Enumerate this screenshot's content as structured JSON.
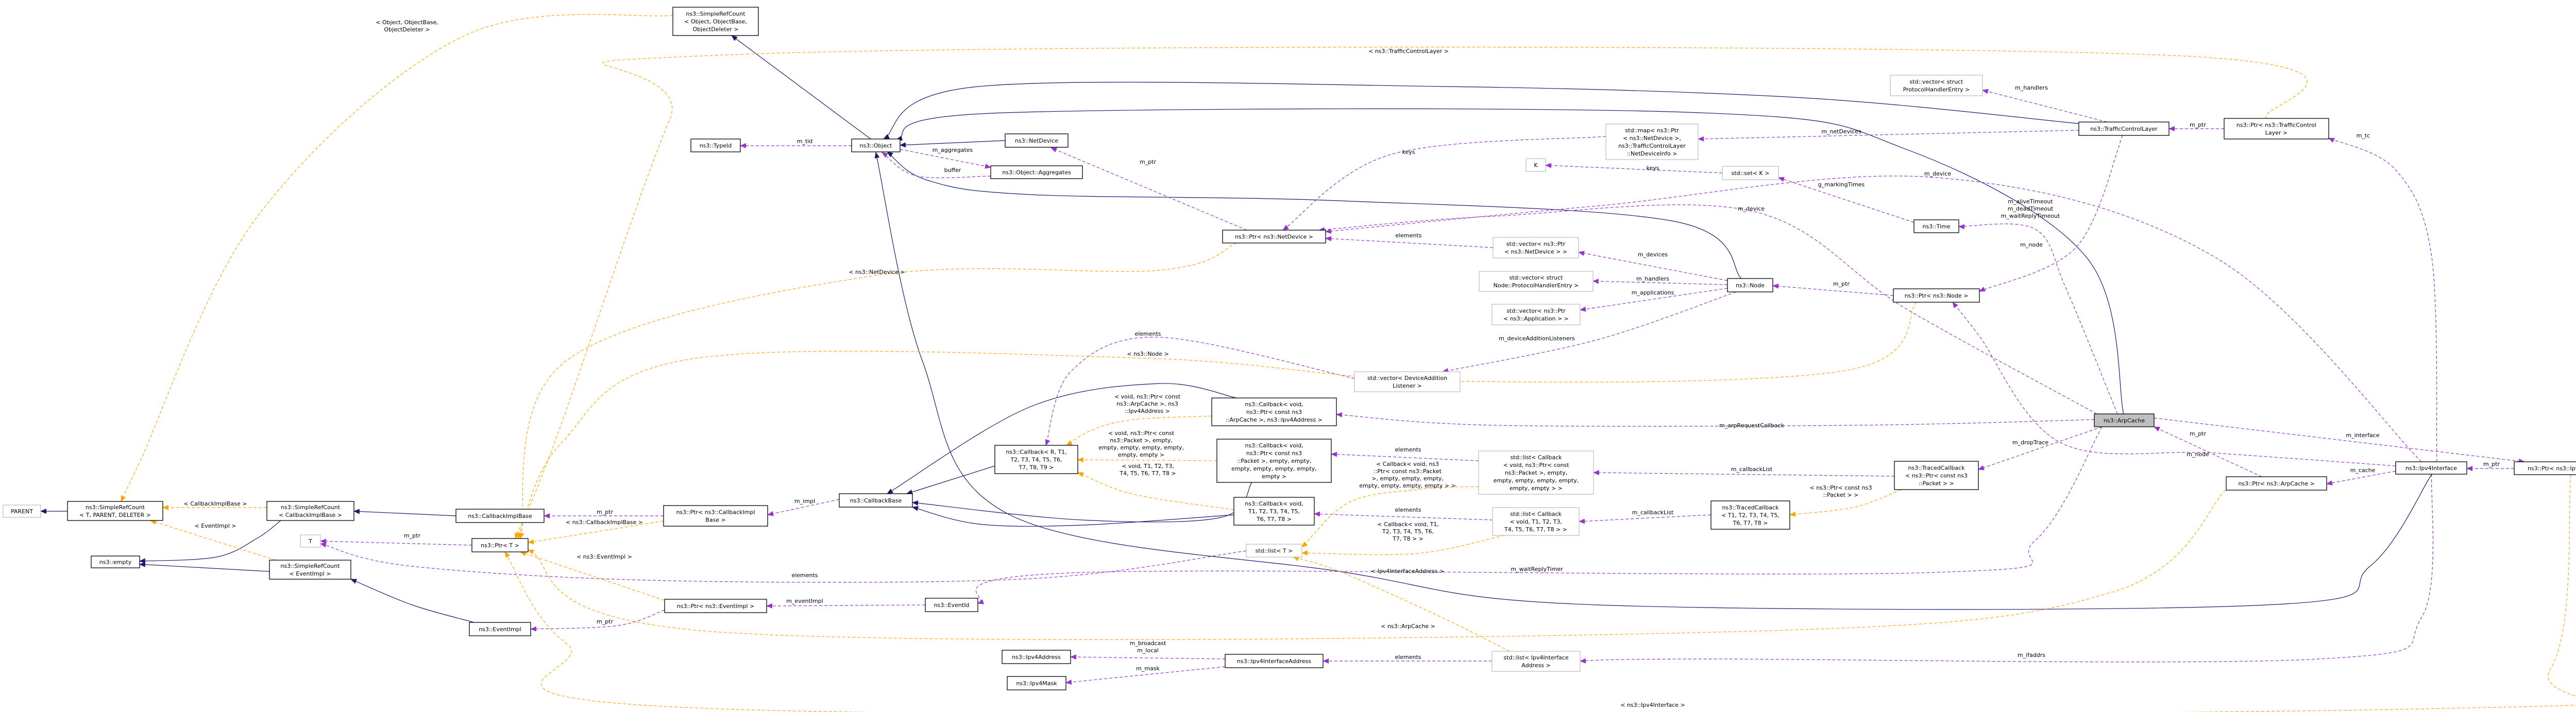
{
  "title": "ns3::ArpCache collaboration diagram",
  "colors": {
    "inherit": "#191970",
    "usage": "#9a32cd",
    "template": "#ffa500",
    "focus_fill": "#bfbfbf",
    "undoc_border": "#bfbfbf"
  },
  "nodes": [
    {
      "id": "parent",
      "style": "undoc",
      "lines": [
        "PARENT"
      ]
    },
    {
      "id": "srcTPD",
      "style": "doc",
      "lines": [
        "ns3::SimpleRefCount",
        "< T, PARENT, DELETER >"
      ]
    },
    {
      "id": "srcCIB",
      "style": "doc",
      "lines": [
        "ns3::SimpleRefCount",
        "< CallbackImplBase >"
      ]
    },
    {
      "id": "empty",
      "style": "doc",
      "lines": [
        "ns3::empty"
      ]
    },
    {
      "id": "T",
      "style": "undoc",
      "lines": [
        "T"
      ]
    },
    {
      "id": "srcEI",
      "style": "doc",
      "lines": [
        "ns3::SimpleRefCount",
        "< EventImpl >"
      ]
    },
    {
      "id": "srcObj",
      "style": "doc",
      "lines": [
        "ns3::SimpleRefCount",
        "< Object, ObjectBase,",
        "ObjectDeleter >"
      ]
    },
    {
      "id": "cib",
      "style": "doc",
      "lines": [
        "ns3::CallbackImplBase"
      ]
    },
    {
      "id": "ptrT",
      "style": "doc",
      "lines": [
        "ns3::Ptr< T >"
      ]
    },
    {
      "id": "eventImpl",
      "style": "doc",
      "lines": [
        "ns3::EventImpl"
      ]
    },
    {
      "id": "ptrCIB",
      "style": "doc",
      "lines": [
        "ns3::Ptr< ns3::CallbackImpl",
        "Base >"
      ]
    },
    {
      "id": "ptrEI",
      "style": "doc",
      "lines": [
        "ns3::Ptr< ns3::EventImpl >"
      ]
    },
    {
      "id": "typeid",
      "style": "doc",
      "lines": [
        "ns3::TypeId"
      ]
    },
    {
      "id": "object",
      "style": "doc",
      "lines": [
        "ns3::Object"
      ]
    },
    {
      "id": "netdevice",
      "style": "doc",
      "lines": [
        "ns3::NetDevice"
      ]
    },
    {
      "id": "aggregates",
      "style": "doc",
      "lines": [
        "ns3::Object::Aggregates"
      ]
    },
    {
      "id": "callbackBase",
      "style": "doc",
      "lines": [
        "ns3::CallbackBase"
      ]
    },
    {
      "id": "callbackR",
      "style": "doc",
      "lines": [
        "ns3::Callback< R, T1,",
        "T2, T3, T4, T5, T6,",
        "T7, T8, T9 >"
      ]
    },
    {
      "id": "eventId",
      "style": "doc",
      "lines": [
        "ns3::EventId"
      ]
    },
    {
      "id": "ipv4Address",
      "style": "doc",
      "lines": [
        "ns3::Ipv4Address"
      ]
    },
    {
      "id": "ipv4Mask",
      "style": "doc",
      "lines": [
        "ns3::Ipv4Mask"
      ]
    },
    {
      "id": "ptrNetDevice",
      "style": "doc",
      "lines": [
        "ns3::Ptr< ns3::NetDevice >"
      ]
    },
    {
      "id": "cbArp",
      "style": "doc",
      "lines": [
        "ns3::Callback< void,",
        "ns3::Ptr< const ns3",
        "::ArpCache >, ns3::Ipv4Address >"
      ]
    },
    {
      "id": "cbPacket",
      "style": "doc",
      "lines": [
        "ns3::Callback< void,",
        "ns3::Ptr< const ns3",
        "::Packet >, empty, empty,",
        "empty, empty, empty, empty,",
        "empty >"
      ]
    },
    {
      "id": "cbT",
      "style": "doc",
      "lines": [
        "ns3::Callback< void,",
        "T1, T2, T3, T4, T5,",
        "T6, T7, T8 >"
      ]
    },
    {
      "id": "listT",
      "style": "undoc",
      "lines": [
        "std::list< T >"
      ]
    },
    {
      "id": "ipv4IfAddr",
      "style": "doc",
      "lines": [
        "ns3::Ipv4InterfaceAddress"
      ]
    },
    {
      "id": "vecDAL",
      "style": "undoc",
      "lines": [
        "std::vector< DeviceAddition",
        "Listener >"
      ]
    },
    {
      "id": "K",
      "style": "undoc",
      "lines": [
        "K"
      ]
    },
    {
      "id": "map",
      "style": "undoc",
      "lines": [
        "std::map< ns3::Ptr",
        "< ns3::NetDevice >,",
        "ns3::TrafficControlLayer",
        "::NetDeviceInfo >"
      ]
    },
    {
      "id": "vecPtrND",
      "style": "undoc",
      "lines": [
        "std::vector< ns3::Ptr",
        "< ns3::NetDevice > >"
      ]
    },
    {
      "id": "vecPHENode",
      "style": "undoc",
      "lines": [
        "std::vector< struct",
        "Node::ProtocolHandlerEntry >"
      ]
    },
    {
      "id": "vecApp",
      "style": "undoc",
      "lines": [
        "std::vector< ns3::Ptr",
        "< ns3::Application > >"
      ]
    },
    {
      "id": "listCbPacket",
      "style": "undoc",
      "lines": [
        "std::list< Callback",
        "< void, ns3::Ptr< const",
        "ns3::Packet >, empty,",
        "empty, empty, empty, empty,",
        "empty, empty > >"
      ]
    },
    {
      "id": "listCbT",
      "style": "undoc",
      "lines": [
        "std::list< Callback",
        "< void, T1, T2, T3,",
        "T4, T5, T6, T7, T8 > >"
      ]
    },
    {
      "id": "listIfAddr",
      "style": "undoc",
      "lines": [
        "std::list< Ipv4Interface",
        "Address >"
      ]
    },
    {
      "id": "tcT8",
      "style": "doc",
      "lines": [
        "ns3::TracedCallback",
        "< T1, T2, T3, T4, T5,",
        "T6, T7, T8 >"
      ]
    },
    {
      "id": "node",
      "style": "doc",
      "lines": [
        "ns3::Node"
      ]
    },
    {
      "id": "setK",
      "style": "undoc",
      "lines": [
        "std::set< K >"
      ]
    },
    {
      "id": "vecPHE",
      "style": "undoc",
      "lines": [
        "std::vector< struct",
        "ProtocolHandlerEntry >"
      ]
    },
    {
      "id": "time",
      "style": "doc",
      "lines": [
        "ns3::Time"
      ]
    },
    {
      "id": "ptrNode",
      "style": "doc",
      "lines": [
        "ns3::Ptr< ns3::Node >"
      ]
    },
    {
      "id": "tcPacket",
      "style": "doc",
      "lines": [
        "ns3::TracedCallback",
        "< ns3::Ptr< const ns3",
        "::Packet > >"
      ]
    },
    {
      "id": "tcl",
      "style": "doc",
      "lines": [
        "ns3::TrafficControlLayer"
      ]
    },
    {
      "id": "arpCache",
      "style": "focus",
      "lines": [
        "ns3::ArpCache"
      ]
    },
    {
      "id": "ptrArp",
      "style": "doc",
      "lines": [
        "ns3::Ptr< ns3::ArpCache >"
      ]
    },
    {
      "id": "ptrTCL",
      "style": "doc",
      "lines": [
        "ns3::Ptr< ns3::TrafficControl",
        "Layer >"
      ]
    },
    {
      "id": "ipv4If",
      "style": "doc",
      "lines": [
        "ns3::Ipv4Interface"
      ]
    },
    {
      "id": "ptrIf",
      "style": "doc",
      "lines": [
        "ns3::Ptr< ns3::Ipv4Interface >"
      ]
    }
  ],
  "edges": [
    {
      "from": "srcTPD",
      "to": "parent",
      "kind": "inherit",
      "label": []
    },
    {
      "from": "srcCIB",
      "to": "empty",
      "kind": "inherit",
      "label": []
    },
    {
      "from": "srcEI",
      "to": "empty",
      "kind": "inherit",
      "label": []
    },
    {
      "from": "cib",
      "to": "srcCIB",
      "kind": "inherit",
      "label": []
    },
    {
      "from": "eventImpl",
      "to": "srcEI",
      "kind": "inherit",
      "label": []
    },
    {
      "from": "object",
      "to": "srcObj",
      "kind": "inherit",
      "label": []
    },
    {
      "from": "netdevice",
      "to": "object",
      "kind": "inherit",
      "label": []
    },
    {
      "from": "tcl",
      "to": "object",
      "kind": "inherit",
      "label": []
    },
    {
      "from": "node",
      "to": "object",
      "kind": "inherit",
      "label": []
    },
    {
      "from": "arpCache",
      "to": "object",
      "kind": "inherit",
      "label": []
    },
    {
      "from": "ipv4If",
      "to": "object",
      "kind": "inherit",
      "label": []
    },
    {
      "from": "callbackR",
      "to": "callbackBase",
      "kind": "inherit",
      "label": []
    },
    {
      "from": "cbArp",
      "to": "callbackBase",
      "kind": "inherit",
      "label": []
    },
    {
      "from": "cbPacket",
      "to": "callbackBase",
      "kind": "inherit",
      "label": []
    },
    {
      "from": "cbT",
      "to": "callbackBase",
      "kind": "inherit",
      "label": []
    },
    {
      "from": "object",
      "to": "typeid",
      "kind": "usage",
      "label": [
        "m_tid"
      ]
    },
    {
      "from": "object",
      "to": "aggregates",
      "kind": "usage",
      "label": [
        "m_aggregates"
      ]
    },
    {
      "from": "aggregates",
      "to": "object",
      "kind": "usage",
      "label": [
        "buffer"
      ]
    },
    {
      "from": "ptrNetDevice",
      "to": "netdevice",
      "kind": "usage",
      "label": [
        "m_ptr"
      ]
    },
    {
      "from": "ptrCIB",
      "to": "cib",
      "kind": "usage",
      "label": [
        "m_ptr"
      ]
    },
    {
      "from": "ptrT",
      "to": "T",
      "kind": "usage",
      "label": [
        "m_ptr"
      ]
    },
    {
      "from": "ptrEI",
      "to": "eventImpl",
      "kind": "usage",
      "label": [
        "m_ptr"
      ]
    },
    {
      "from": "callbackBase",
      "to": "ptrCIB",
      "kind": "usage",
      "label": [
        "m_impl"
      ]
    },
    {
      "from": "eventId",
      "to": "ptrEI",
      "kind": "usage",
      "label": [
        "m_eventImpl"
      ]
    },
    {
      "from": "listT",
      "to": "T",
      "kind": "usage",
      "label": [
        "elements"
      ]
    },
    {
      "from": "ipv4IfAddr",
      "to": "ipv4Address",
      "kind": "usage",
      "label": [
        "m_broadcast",
        "m_local"
      ]
    },
    {
      "from": "ipv4IfAddr",
      "to": "ipv4Mask",
      "kind": "usage",
      "label": [
        "m_mask"
      ]
    },
    {
      "from": "map",
      "to": "ptrNetDevice",
      "kind": "usage",
      "label": [
        "keys"
      ]
    },
    {
      "from": "setK",
      "to": "K",
      "kind": "usage",
      "label": [
        "keys"
      ]
    },
    {
      "from": "vecPtrND",
      "to": "ptrNetDevice",
      "kind": "usage",
      "label": [
        "elements"
      ]
    },
    {
      "from": "node",
      "to": "vecPtrND",
      "kind": "usage",
      "label": [
        "m_devices"
      ]
    },
    {
      "from": "node",
      "to": "vecPHENode",
      "kind": "usage",
      "label": [
        "m_handlers"
      ]
    },
    {
      "from": "node",
      "to": "vecApp",
      "kind": "usage",
      "label": [
        "m_applications"
      ]
    },
    {
      "from": "node",
      "to": "vecDAL",
      "kind": "usage",
      "label": [
        "m_deviceAdditionListeners"
      ]
    },
    {
      "from": "vecDAL",
      "to": "callbackR",
      "kind": "usage",
      "label": [
        "elements"
      ]
    },
    {
      "from": "listCbPacket",
      "to": "cbPacket",
      "kind": "usage",
      "label": [
        "elements"
      ]
    },
    {
      "from": "listCbT",
      "to": "cbT",
      "kind": "usage",
      "label": [
        "elements"
      ]
    },
    {
      "from": "listIfAddr",
      "to": "ipv4IfAddr",
      "kind": "usage",
      "label": [
        "elements"
      ]
    },
    {
      "from": "ptrNode",
      "to": "node",
      "kind": "usage",
      "label": [
        "m_ptr"
      ]
    },
    {
      "from": "tcl",
      "to": "vecPHE",
      "kind": "usage",
      "label": [
        "m_handlers"
      ]
    },
    {
      "from": "tcl",
      "to": "map",
      "kind": "usage",
      "label": [
        "m_netDevices"
      ]
    },
    {
      "from": "ptrTCL",
      "to": "tcl",
      "kind": "usage",
      "label": [
        "m_ptr"
      ]
    },
    {
      "from": "time",
      "to": "setK",
      "kind": "usage",
      "label": [
        "g_markingTimes"
      ]
    },
    {
      "from": "arpCache",
      "to": "time",
      "kind": "usage",
      "label": [
        "m_aliveTimeout",
        "m_deadTimeout",
        "m_waitReplyTimeout"
      ]
    },
    {
      "from": "tcl",
      "to": "ptrNode",
      "kind": "usage",
      "label": [
        "m_node"
      ]
    },
    {
      "from": "ipv4If",
      "to": "ptrNode",
      "kind": "usage",
      "label": [
        "m_node"
      ]
    },
    {
      "from": "arpCache",
      "to": "ptrNetDevice",
      "kind": "usage",
      "label": [
        "m_device"
      ]
    },
    {
      "from": "ipv4If",
      "to": "ptrNetDevice",
      "kind": "usage",
      "label": [
        "m_device"
      ]
    },
    {
      "from": "arpCache",
      "to": "tcPacket",
      "kind": "usage",
      "label": [
        "m_dropTrace"
      ]
    },
    {
      "from": "arpCache",
      "to": "cbArp",
      "kind": "usage",
      "label": [
        "m_arpRequestCallback"
      ]
    },
    {
      "from": "tcPacket",
      "to": "listCbPacket",
      "kind": "usage",
      "label": [
        "m_callbackList"
      ]
    },
    {
      "from": "tcT8",
      "to": "listCbT",
      "kind": "usage",
      "label": [
        "m_callbackList"
      ]
    },
    {
      "from": "arpCache",
      "to": "eventId",
      "kind": "usage",
      "label": [
        "m_waitReplyTimer"
      ]
    },
    {
      "from": "arpCache",
      "to": "ptrIf",
      "kind": "usage",
      "label": [
        "m_interface"
      ]
    },
    {
      "from": "ptrArp",
      "to": "arpCache",
      "kind": "usage",
      "label": [
        "m_ptr"
      ]
    },
    {
      "from": "ipv4If",
      "to": "ptrArp",
      "kind": "usage",
      "label": [
        "m_cache"
      ]
    },
    {
      "from": "ptrIf",
      "to": "ipv4If",
      "kind": "usage",
      "label": [
        "m_ptr"
      ]
    },
    {
      "from": "ipv4If",
      "to": "listIfAddr",
      "kind": "usage",
      "label": [
        "m_ifaddrs"
      ]
    },
    {
      "from": "ipv4If",
      "to": "ptrTCL",
      "kind": "usage",
      "label": [
        "m_tc"
      ]
    },
    {
      "from": "srcObj",
      "to": "srcTPD",
      "kind": "template",
      "label": [
        "< Object, ObjectBase,",
        "ObjectDeleter >"
      ]
    },
    {
      "from": "srcCIB",
      "to": "srcTPD",
      "kind": "template",
      "label": [
        "< CallbackImplBase >"
      ]
    },
    {
      "from": "srcEI",
      "to": "srcTPD",
      "kind": "template",
      "label": [
        "< EventImpl >"
      ]
    },
    {
      "from": "ptrCIB",
      "to": "ptrT",
      "kind": "template",
      "label": [
        "< ns3::CallbackImplBase >"
      ]
    },
    {
      "from": "ptrEI",
      "to": "ptrT",
      "kind": "template",
      "label": [
        "< ns3::EventImpl >"
      ]
    },
    {
      "from": "ptrNetDevice",
      "to": "ptrT",
      "kind": "template",
      "label": [
        "< ns3::NetDevice >"
      ]
    },
    {
      "from": "ptrTCL",
      "to": "ptrT",
      "kind": "template",
      "label": [
        "< ns3::TrafficControlLayer >"
      ]
    },
    {
      "from": "ptrNode",
      "to": "ptrT",
      "kind": "template",
      "label": [
        "< ns3::Node >"
      ]
    },
    {
      "from": "ptrArp",
      "to": "ptrT",
      "kind": "template",
      "label": [
        "< ns3::ArpCache >"
      ]
    },
    {
      "from": "ptrIf",
      "to": "ptrT",
      "kind": "template",
      "label": [
        "< ns3::Ipv4Interface >"
      ]
    },
    {
      "from": "cbArp",
      "to": "callbackR",
      "kind": "template",
      "label": [
        "< void, ns3::Ptr< const",
        "ns3::ArpCache >, ns3",
        "::Ipv4Address >"
      ]
    },
    {
      "from": "cbPacket",
      "to": "callbackR",
      "kind": "template",
      "label": [
        "< void, ns3::Ptr< const",
        "ns3::Packet >, empty,",
        "empty, empty, empty, empty,",
        "empty, empty >"
      ]
    },
    {
      "from": "cbT",
      "to": "callbackR",
      "kind": "template",
      "label": [
        "< void, T1, T2, T3,",
        "T4, T5, T6, T7, T8 >"
      ]
    },
    {
      "from": "listCbPacket",
      "to": "listT",
      "kind": "template",
      "label": [
        "< Callback< void, ns3",
        "::Ptr< const ns3::Packet",
        ">, empty, empty, empty,",
        "empty, empty, empty, empty > >"
      ]
    },
    {
      "from": "listCbT",
      "to": "listT",
      "kind": "template",
      "label": [
        "< Callback< void, T1,",
        "T2, T3, T4, T5, T6,",
        "T7, T8 > >"
      ]
    },
    {
      "from": "listIfAddr",
      "to": "listT",
      "kind": "template",
      "label": [
        "< Ipv4InterfaceAddress >"
      ]
    },
    {
      "from": "tcPacket",
      "to": "tcT8",
      "kind": "template",
      "label": [
        "< ns3::Ptr< const ns3",
        "::Packet > >"
      ]
    }
  ]
}
